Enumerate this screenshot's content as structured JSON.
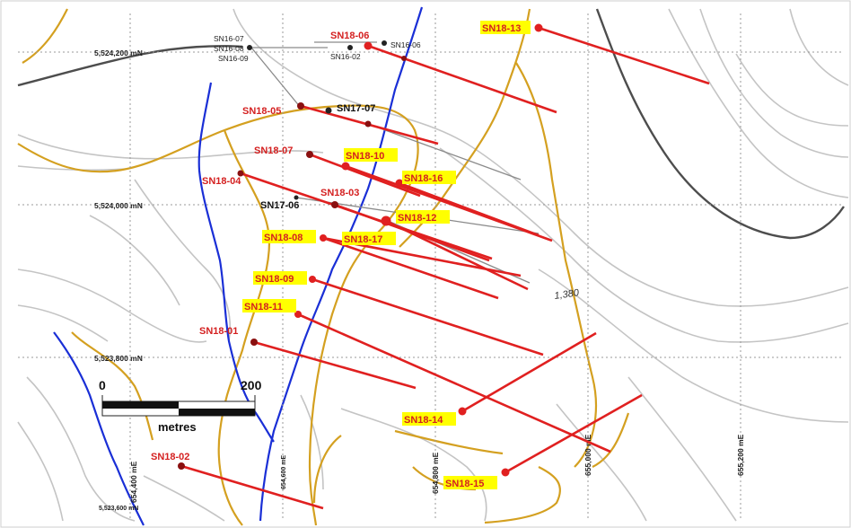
{
  "northings": [
    "5,524,200 mN",
    "5,524,000 mN",
    "5,523,800 mN",
    "5,523,600 mN"
  ],
  "eastings": [
    "654,400 mE",
    "654,600 mE",
    "654,800 mE",
    "655,000 mE",
    "655,200 mE"
  ],
  "contour_label": "1,380",
  "scale": {
    "start": "0",
    "end": "200",
    "unit": "metres"
  },
  "old_holes": [
    "SN16-07",
    "SN16-08",
    "SN16-09",
    "SN16-02",
    "SN16-06"
  ],
  "drillholes": {
    "SN18-13": "SN18-13",
    "SN18-06": "SN18-06",
    "SN18-05": "SN18-05",
    "SN17-07": "SN17-07",
    "SN18-07": "SN18-07",
    "SN18-10": "SN18-10",
    "SN18-16": "SN18-16",
    "SN18-04": "SN18-04",
    "SN18-03": "SN18-03",
    "SN17-06": "SN17-06",
    "SN18-12": "SN18-12",
    "SN18-08": "SN18-08",
    "SN18-17": "SN18-17",
    "SN18-09": "SN18-09",
    "SN18-11": "SN18-11",
    "SN18-01": "SN18-01",
    "SN18-14": "SN18-14",
    "SN18-02": "SN18-02",
    "SN18-15": "SN18-15"
  },
  "colors": {
    "trace": "#e02020",
    "highlight": "#ffff00",
    "river": "#1a2fd6",
    "road": "#d4a020",
    "contour": "#bdbdbd",
    "contour_dark": "#555555"
  }
}
